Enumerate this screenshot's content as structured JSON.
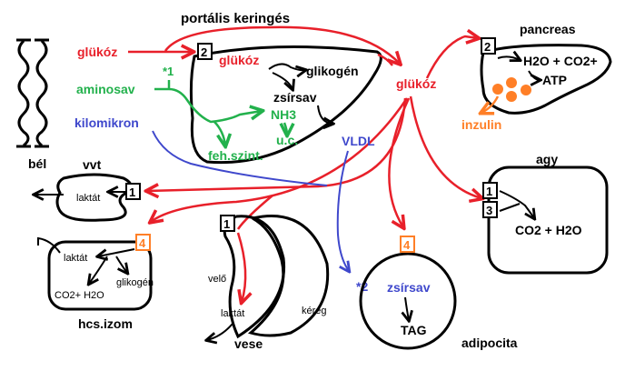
{
  "title": "portális keringés",
  "colors": {
    "red": "#e8202a",
    "green": "#22b14c",
    "blue": "#3f48cc",
    "orange": "#ff7f27",
    "black": "#000000"
  },
  "labels": {
    "bel": "bél",
    "glukoz_left": "glükóz",
    "aminosav": "aminosav",
    "kilomikron": "kilomikron",
    "star1": "*1",
    "liver_num": "2",
    "liver_glukoz": "glükóz",
    "glikogen": "glikogén",
    "zsirsav_liver": "zsírsav",
    "nh3": "NH3",
    "uc": "u.c.",
    "feh_szint": "feh.szint.",
    "vldl": "VLDL",
    "glukoz_right": "glükóz",
    "pancreas": "pancreas",
    "pancreas_num": "2",
    "h2o_co2": "H2O + CO2+",
    "atp": "ATP",
    "inzulin": "inzulin",
    "vvt": "vvt",
    "laktat_vvt": "laktát",
    "vvt_num": "1",
    "agy": "agy",
    "agy_num1": "1",
    "agy_num3": "3",
    "agy_co2": "CO2 + H2O",
    "izom_num": "4",
    "laktat_izom": "laktát",
    "glikogen_izom": "glikogén",
    "co2_izom": "CO2+ H2O",
    "hcs_izom": "hcs.izom",
    "vese_num": "1",
    "velo": "velő",
    "kereg": "kéreg",
    "laktat_vese": "laktát",
    "vese": "vese",
    "star2": "*2",
    "adipo_num": "4",
    "zsirsav_adipo": "zsírsav",
    "tag": "TAG",
    "adipocita": "adipocita"
  }
}
